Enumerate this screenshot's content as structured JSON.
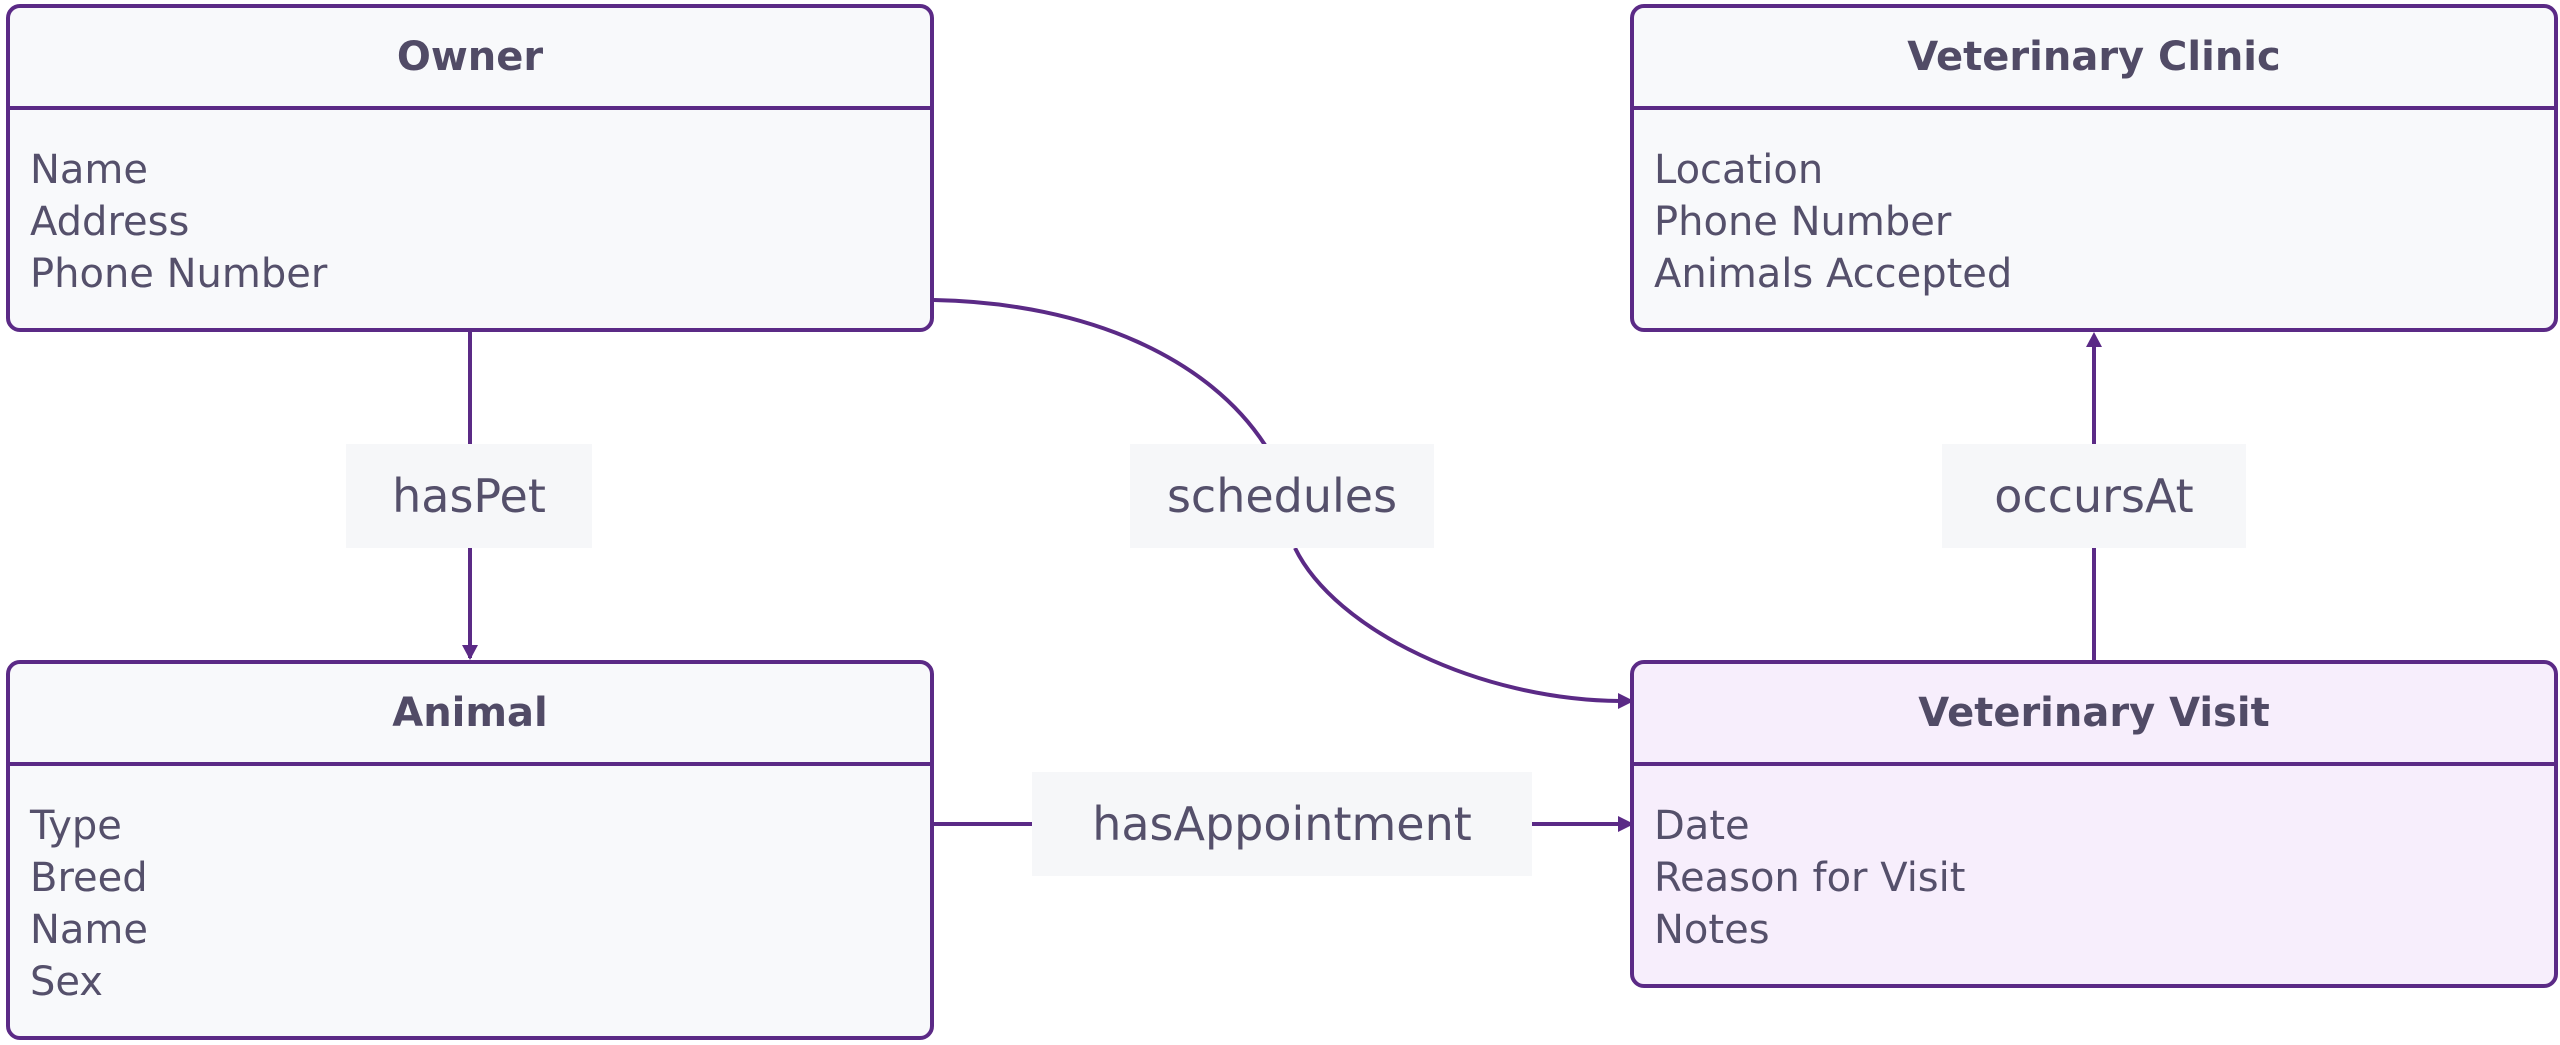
{
  "colors": {
    "stroke": "#5b2a86",
    "entity_fill": "#f8f9fb",
    "highlight_fill": "#f7eefc",
    "text": "#55506b",
    "label_fill": "#f6f7f9"
  },
  "entities": {
    "owner": {
      "title": "Owner",
      "attributes": [
        "Name",
        "Address",
        "Phone Number"
      ]
    },
    "clinic": {
      "title": "Veterinary Clinic",
      "attributes": [
        "Location",
        "Phone Number",
        "Animals Accepted"
      ]
    },
    "animal": {
      "title": "Animal",
      "attributes": [
        "Type",
        "Breed",
        "Name",
        "Sex"
      ]
    },
    "visit": {
      "title": "Veterinary Visit",
      "attributes": [
        "Date",
        "Reason for Visit",
        "Notes"
      ]
    }
  },
  "relationships": {
    "has_pet": {
      "label": "hasPet",
      "from": "Owner",
      "to": "Animal"
    },
    "schedules": {
      "label": "schedules",
      "from": "Owner",
      "to": "Veterinary Visit"
    },
    "occurs_at": {
      "label": "occursAt",
      "from": "Veterinary Visit",
      "to": "Veterinary Clinic"
    },
    "has_appointment": {
      "label": "hasAppointment",
      "from": "Animal",
      "to": "Veterinary Visit"
    }
  }
}
